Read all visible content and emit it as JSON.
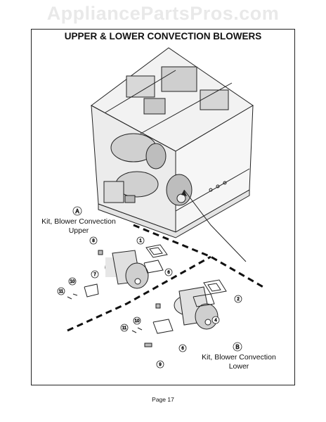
{
  "watermark": "AppliancePartsPros.com",
  "title": "UPPER & LOWER CONVECTION BLOWERS",
  "kit_a": {
    "letter": "A",
    "line1": "Kit, Blower Convection",
    "line2": "Upper"
  },
  "kit_b": {
    "letter": "B",
    "line1": "Kit, Blower Convection",
    "line2": "Lower"
  },
  "part_numbers": {
    "p1": "1",
    "p2": "2",
    "p4": "4",
    "p6a": "6",
    "p6b": "6",
    "p7": "7",
    "p8": "8",
    "p9": "9",
    "p10a": "10",
    "p10b": "10",
    "p11a": "11",
    "p11b": "11"
  },
  "page_label": "Page 17"
}
